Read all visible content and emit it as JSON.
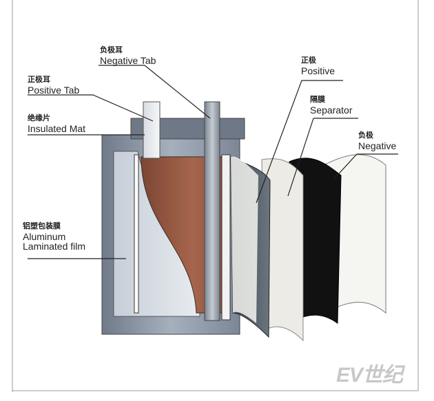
{
  "labels": {
    "negative_tab": {
      "zh": "负极耳",
      "en": "Negative Tab"
    },
    "positive_tab": {
      "zh": "正极耳",
      "en": "Positive Tab"
    },
    "insulated_mat": {
      "zh": "绝缘片",
      "en": "Insulated Mat"
    },
    "aluminum_film": {
      "zh": "铝塑包装膜",
      "en1": "Aluminum",
      "en2": "Laminated film"
    },
    "positive": {
      "zh": "正极",
      "en": "Positive"
    },
    "separator": {
      "zh": "隔膜",
      "en": "Separator"
    },
    "negative": {
      "zh": "负极",
      "en": "Negative"
    }
  },
  "watermark": "EV世纪",
  "colors": {
    "electrode_brown": "#9a5a44",
    "pouch": "#8a96a8",
    "negative_sheet": "#111111"
  }
}
